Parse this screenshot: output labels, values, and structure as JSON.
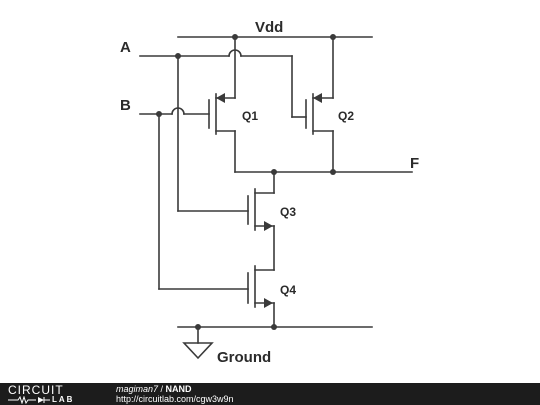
{
  "schematic": {
    "labels": {
      "vdd": "Vdd",
      "input_a": "A",
      "input_b": "B",
      "output_f": "F",
      "ground": "Ground"
    },
    "transistors": [
      {
        "id": "Q1",
        "type": "pmos"
      },
      {
        "id": "Q2",
        "type": "pmos"
      },
      {
        "id": "Q3",
        "type": "nmos"
      },
      {
        "id": "Q4",
        "type": "nmos"
      }
    ]
  },
  "footer": {
    "logo_top": "CIRCUIT",
    "logo_bottom": "LAB",
    "user": "magiman7",
    "separator": " / ",
    "title": "NAND",
    "url": "http://circuitlab.com/cgw3w9n"
  }
}
